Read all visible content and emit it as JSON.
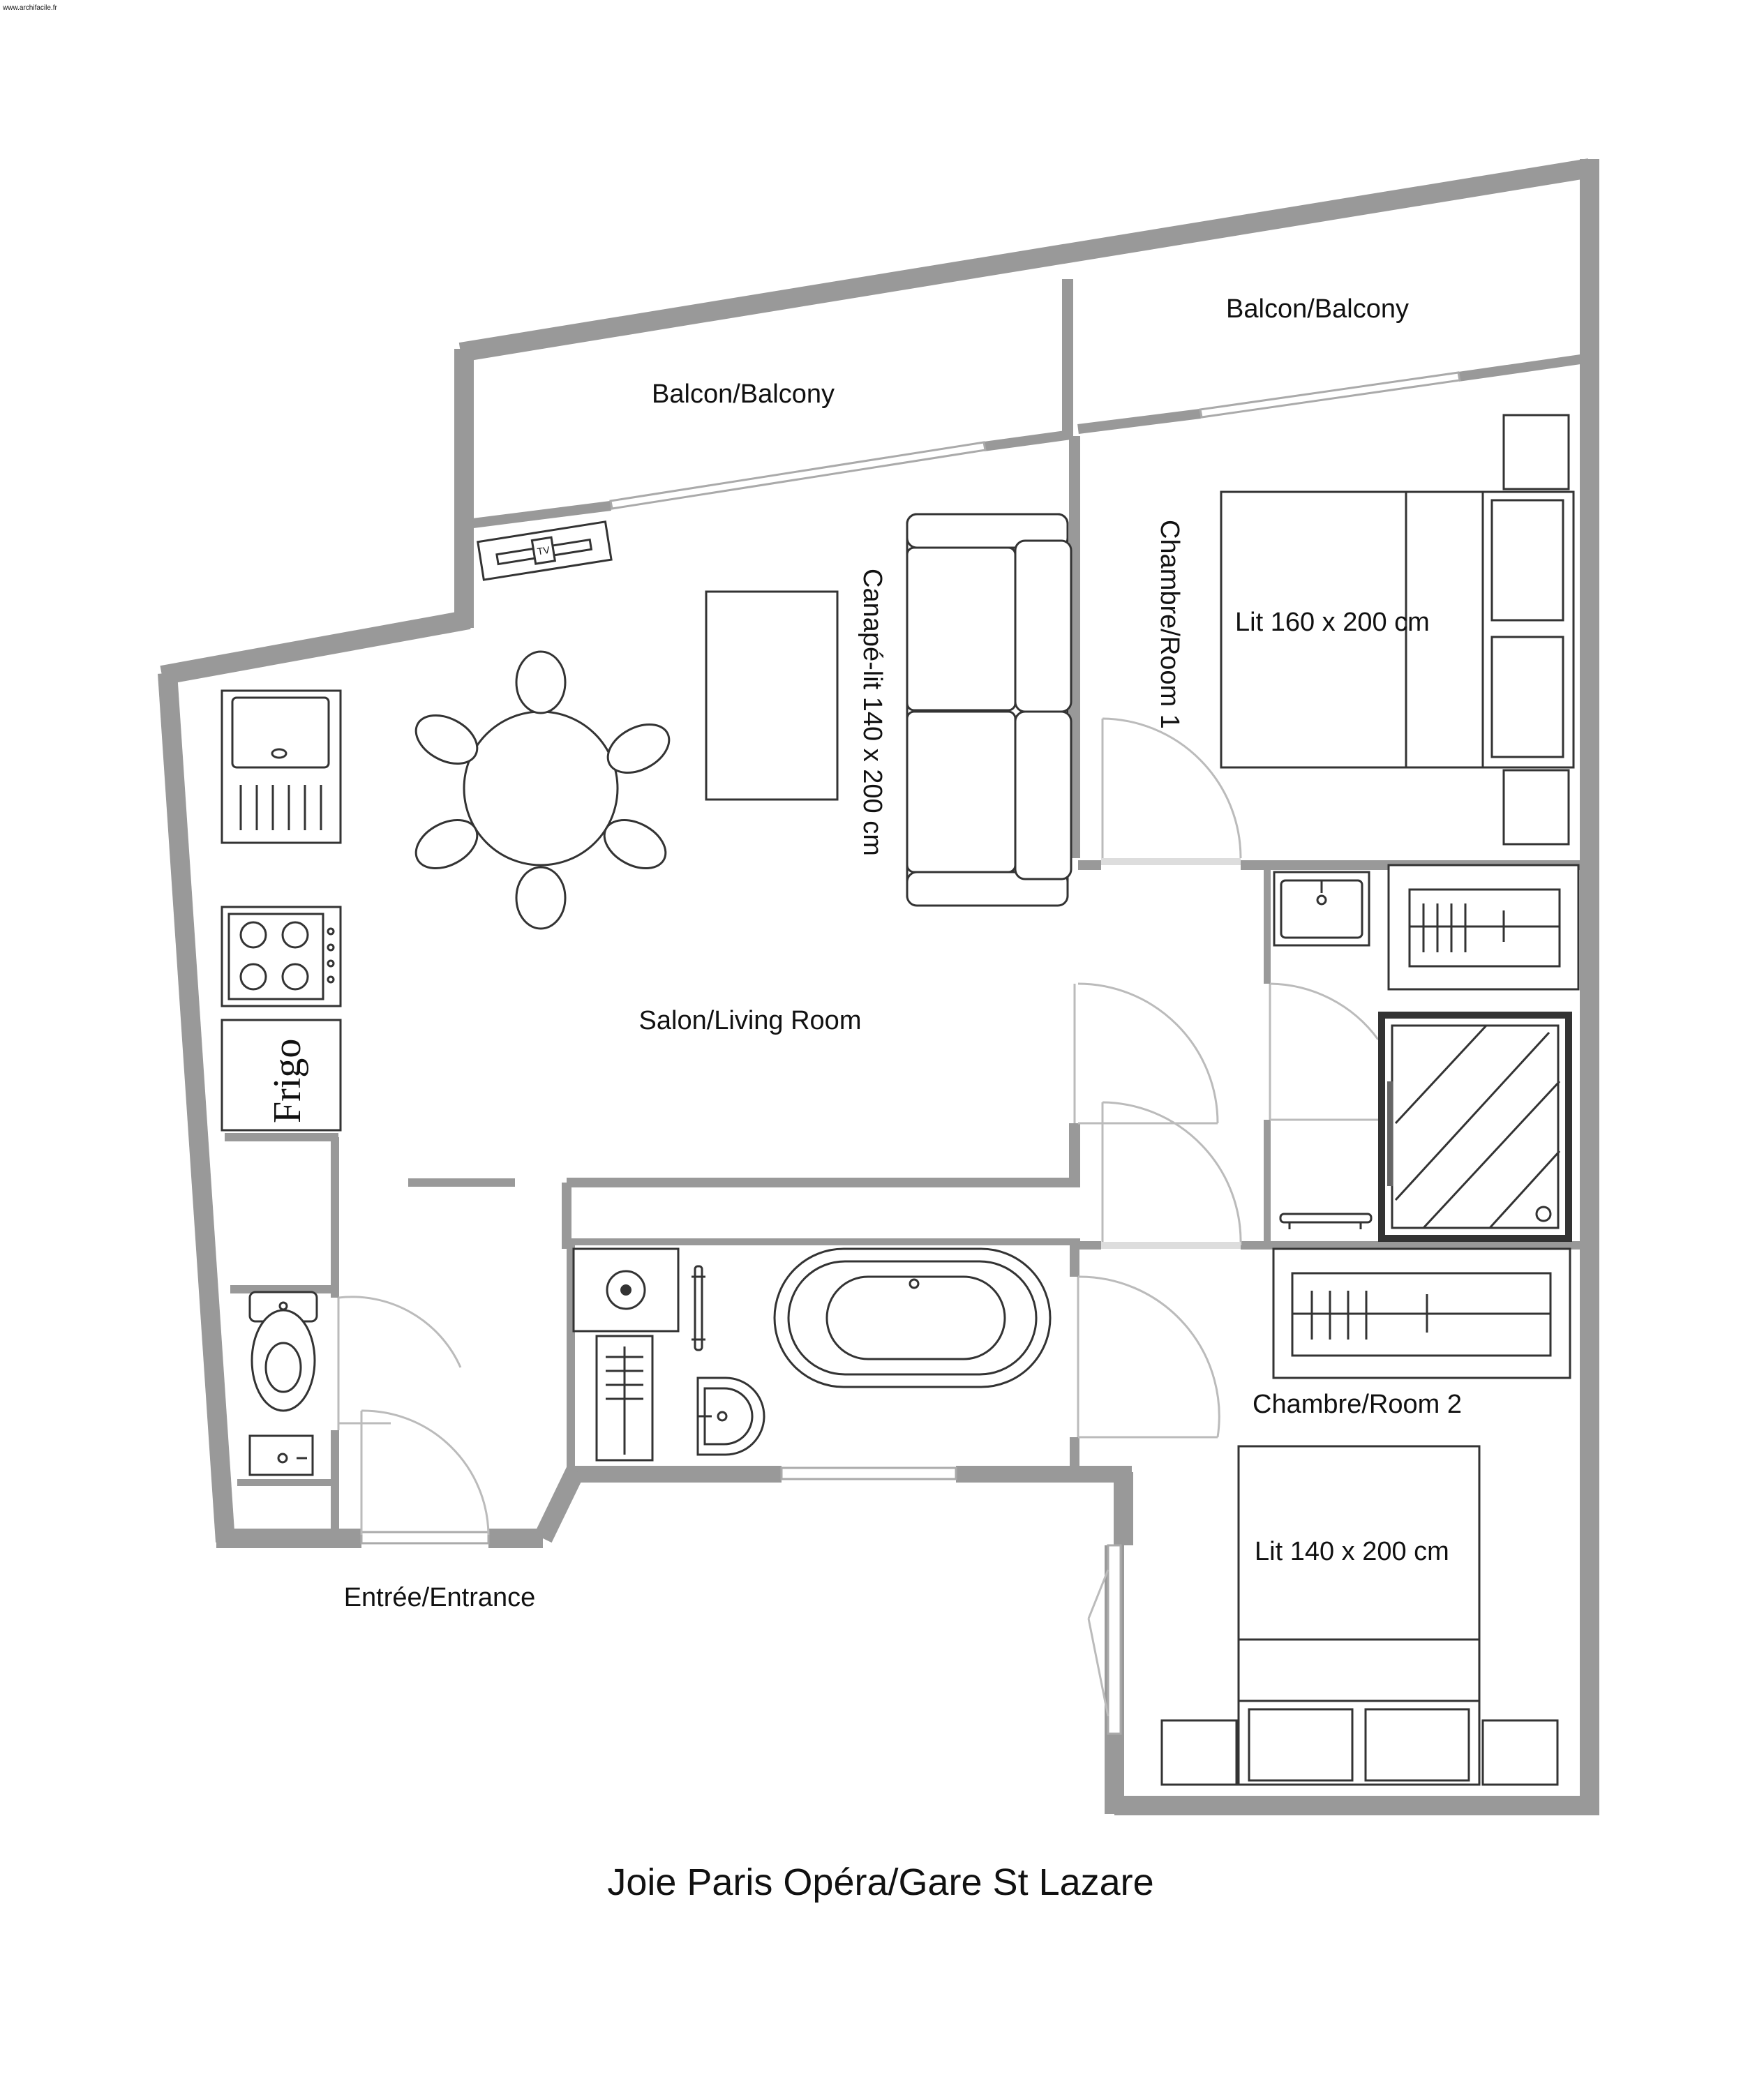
{
  "watermark": "www.archifacile.fr",
  "title": "Joie Paris Opéra/Gare St Lazare",
  "rooms": {
    "balcony_left": "Balcon/Balcony",
    "balcony_right": "Balcon/Balcony",
    "living": "Salon/Living Room",
    "bedroom1": "Chambre/Room 1",
    "bedroom2": "Chambre/Room 2",
    "entrance": "Entrée/Entrance"
  },
  "furniture": {
    "sofa_bed": "Canapé-lit 140 x 200 cm",
    "bed1": "Lit 160 x 200 cm",
    "bed2": "Lit 140 x 200 cm",
    "fridge": "Frigo",
    "tv": "TV"
  },
  "colors": {
    "wall": "#999999",
    "line": "#333333",
    "background": "#ffffff"
  }
}
